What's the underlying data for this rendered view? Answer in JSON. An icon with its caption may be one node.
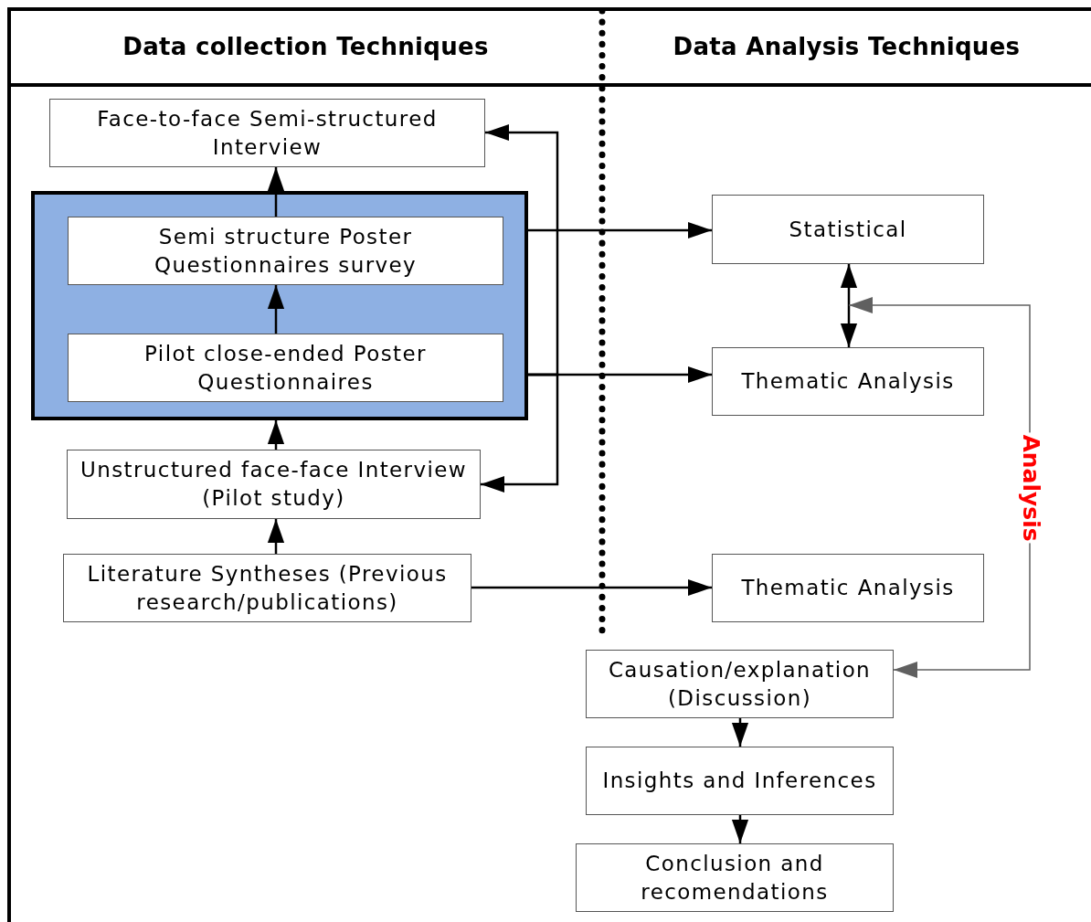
{
  "diagram": {
    "nodes": [
      {
        "text": [
          "Face-to-face Semi-structured Interview"
        ]
      },
      {
        "text": [],
        "shape": "box"
      },
      {
        "text": [
          "Semi structure Poster Questionnaires survey"
        ],
        "in": 1
      },
      {
        "text": [
          "Pilot close-ended Poster Questionnaires"
        ],
        "in": 1
      },
      {
        "text": [
          "Unstructured face-face Interview (Pilot study)"
        ]
      },
      {
        "text": [
          "Literature Syntheses (Previous research/publications)"
        ]
      },
      {
        "text": [
          "Statistical"
        ]
      },
      {
        "text": [
          "Thematic Analysis"
        ]
      },
      {
        "text": [
          "Thematic Analysis"
        ]
      },
      {
        "text": [
          "Causation/explanation (Discussion)"
        ]
      },
      {
        "text": [
          "Insights and Inferences"
        ]
      },
      {
        "text": [
          "Conclusion and recomendations"
        ]
      }
    ],
    "edges": [
      {
        "from": 5,
        "to": 4,
        "arrow": "to"
      },
      {
        "from": 4,
        "to": 1,
        "arrow": "to"
      },
      {
        "from": 3,
        "to": 2,
        "arrow": "to"
      },
      {
        "from": 2,
        "to": 0,
        "arrow": "to"
      },
      {
        "from": 1,
        "to": 6,
        "arrow": "to"
      },
      {
        "from": 1,
        "to": 0,
        "arrow": "to"
      },
      {
        "from": 1,
        "to": 7,
        "arrow": "to"
      },
      {
        "from": 1,
        "to": 4,
        "arrow": "to"
      },
      {
        "from": 5,
        "to": 8,
        "arrow": "to"
      },
      {
        "from": 6,
        "to": 7,
        "arrow": "both"
      },
      {
        "from": null,
        "to": 9,
        "arrow": "both",
        "label": "Analysis",
        "color": "#606060"
      },
      {
        "from": 9,
        "to": 10,
        "arrow": "to"
      },
      {
        "from": 10,
        "to": 11,
        "arrow": "to"
      }
    ],
    "labels": [
      "Data collection Techniques",
      "Data Analysis Techniques"
    ]
  }
}
